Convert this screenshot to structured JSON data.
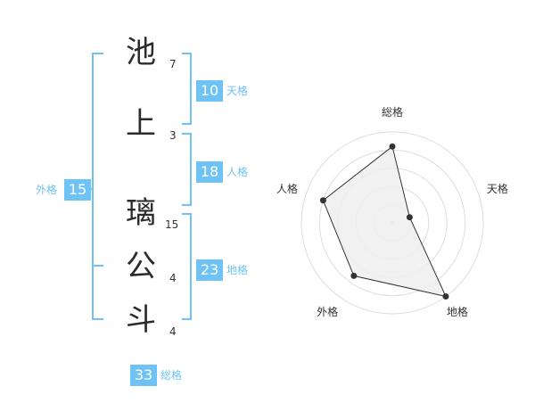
{
  "name": {
    "chars": [
      {
        "char": "池",
        "strokes": "7"
      },
      {
        "char": "上",
        "strokes": "3"
      },
      {
        "char": "璃",
        "strokes": "15"
      },
      {
        "char": "公",
        "strokes": "4"
      },
      {
        "char": "斗",
        "strokes": "4"
      }
    ]
  },
  "fortune": {
    "tenkaku": {
      "label": "天格",
      "value": "10"
    },
    "jinkaku": {
      "label": "人格",
      "value": "18"
    },
    "chikaku": {
      "label": "地格",
      "value": "23"
    },
    "gaikaku": {
      "label": "外格",
      "value": "15"
    },
    "soukaku": {
      "label": "総格",
      "value": "33"
    }
  },
  "colors": {
    "accent": "#6ec3f4",
    "text": "#333333",
    "radar_fill": "#eeeeee",
    "radar_ring": "#dddddd"
  },
  "chart_data": {
    "type": "radar",
    "axes": [
      "総格",
      "天格",
      "地格",
      "外格",
      "人格"
    ],
    "values": [
      0.84,
      0.2,
      1.0,
      0.72,
      0.8
    ],
    "max": 1
  }
}
